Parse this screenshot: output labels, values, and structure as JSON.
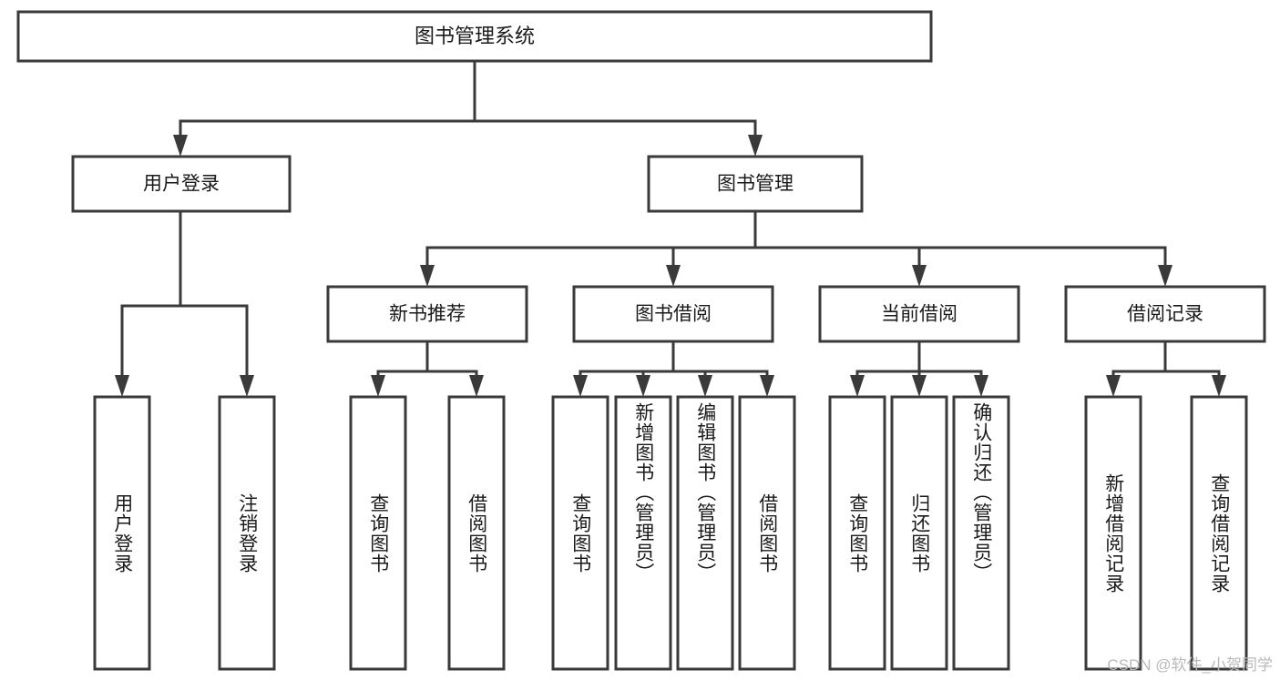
{
  "diagram": {
    "type": "hierarchy-tree",
    "title_label": "图书管理系统",
    "watermark": "CSDN @软件_小贺同学",
    "colors": {
      "stroke": "#3a3a3a",
      "fill": "#ffffff",
      "text": "#1a1a1a",
      "watermark": "#b9b9b9"
    },
    "root": {
      "label": "图书管理系统"
    },
    "level2": [
      {
        "label": "用户登录"
      },
      {
        "label": "图书管理"
      }
    ],
    "level3": [
      {
        "label": "新书推荐"
      },
      {
        "label": "图书借阅"
      },
      {
        "label": "当前借阅"
      },
      {
        "label": "借阅记录"
      }
    ],
    "leaves": {
      "user_login": [
        {
          "label": "用户登录"
        },
        {
          "label": "注销登录"
        }
      ],
      "new_book_rec": [
        {
          "label": "查询图书"
        },
        {
          "label": "借阅图书"
        }
      ],
      "book_borrow": [
        {
          "label": "查询图书"
        },
        {
          "label": "新增图书（管理员）"
        },
        {
          "label": "编辑图书（管理员）"
        },
        {
          "label": "借阅图书"
        }
      ],
      "current_borrow": [
        {
          "label": "查询图书"
        },
        {
          "label": "归还图书"
        },
        {
          "label": "确认归还（管理员）"
        }
      ],
      "borrow_record": [
        {
          "label": "新增借阅记录"
        },
        {
          "label": "查询借阅记录"
        }
      ]
    }
  }
}
